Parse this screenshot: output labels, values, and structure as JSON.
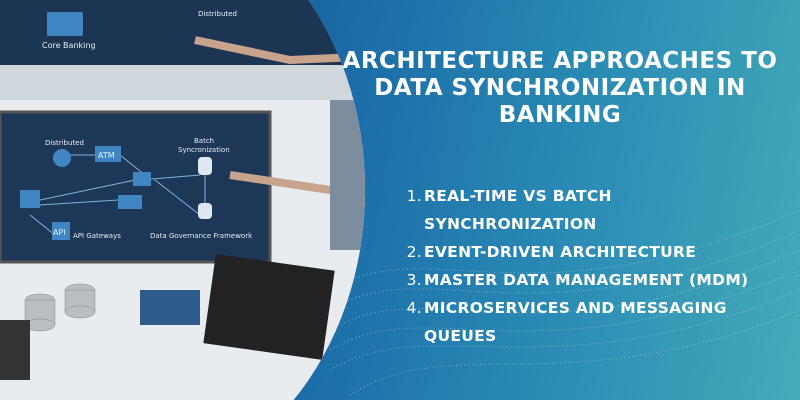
{
  "title": "ARCHITECTURE APPROACHES TO DATA SYNCHRONIZATION IN BANKING",
  "items": [
    {
      "num": "1.",
      "text": "REAL-TIME VS BATCH SYNCHRONIZATION"
    },
    {
      "num": "2.",
      "text": "EVENT-DRIVEN ARCHITECTURE"
    },
    {
      "num": "3.",
      "text": "MASTER DATA MANAGEMENT (MDM)"
    },
    {
      "num": "4.",
      "text": "MICROSERVICES AND MESSAGING QUEUES"
    }
  ],
  "photo": {
    "top_screen": {
      "core_banking": "Core Banking",
      "distributed": "Distributed"
    },
    "main_screen": {
      "distributed": "Distributed",
      "atm": "ATM",
      "batch_sync": [
        "Batch",
        "Syncronization"
      ],
      "api": "API",
      "api_gateways": "API Gateways",
      "data_governance": "Data Governance Framework"
    }
  },
  "colors": {
    "bg_dark": "#0f4f8f",
    "bg_light": "#45aab8",
    "text": "#ffffff",
    "screen": "#1c3553"
  }
}
